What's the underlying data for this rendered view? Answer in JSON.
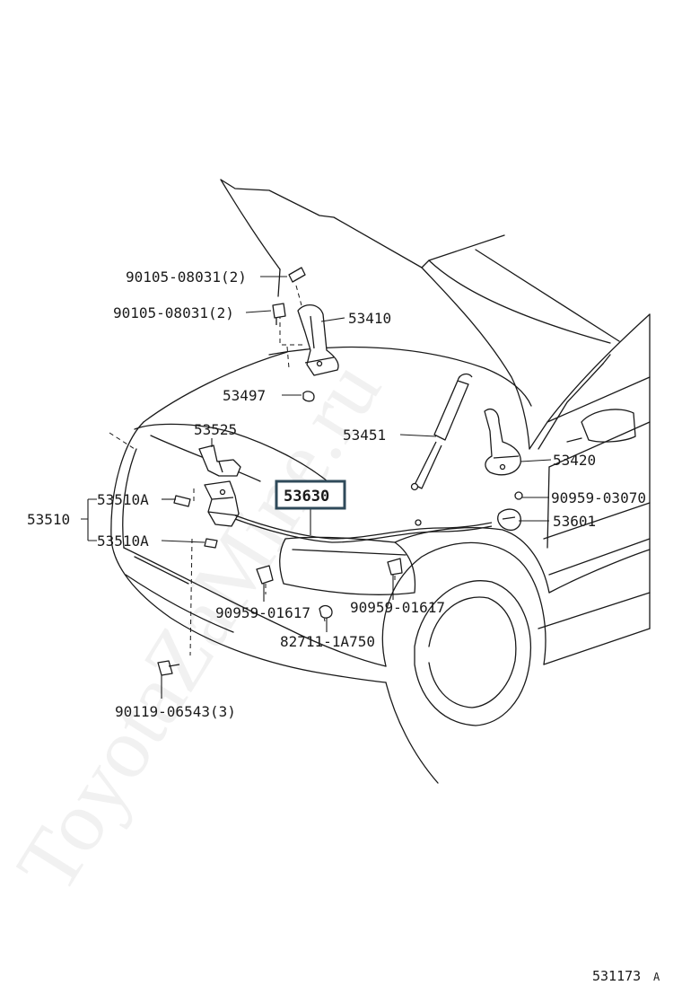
{
  "labels": {
    "p90105_a": "90105-08031(2)",
    "p90105_b": "90105-08031(2)",
    "p53410": "53410",
    "p53497": "53497",
    "p53525": "53525",
    "p53451": "53451",
    "p53420": "53420",
    "p53630": "53630",
    "p90959_03070": "90959-03070",
    "p53510": "53510",
    "p53510A_top": "53510A",
    "p53510A_bottom": "53510A",
    "p53601": "53601",
    "p90959_01617_l": "90959-01617",
    "p90959_01617_r": "90959-01617",
    "p82711": "82711-1A750",
    "p90119": "90119-06543(3)"
  },
  "watermark": "ToyotaZaMine.ru",
  "figure_ref": "531173",
  "figure_ref_suffix": "A",
  "colors": {
    "line": "#1a1a1a",
    "highlight_box": "#2f4a5a",
    "watermark": "#000000"
  }
}
